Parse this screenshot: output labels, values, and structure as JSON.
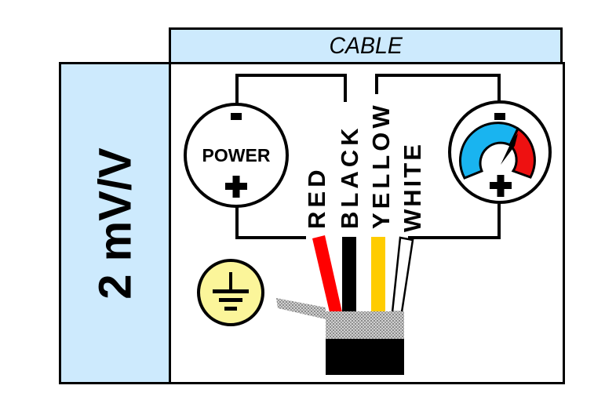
{
  "header": {
    "title": "CABLE"
  },
  "side": {
    "label": "2 mV/V"
  },
  "power": {
    "label": "POWER",
    "minus": "-",
    "plus": "+"
  },
  "meter": {
    "minus": "-",
    "plus": "+"
  },
  "wires": [
    {
      "label": "RED",
      "color": "#ff0000"
    },
    {
      "label": "BLACK",
      "color": "#000000"
    },
    {
      "label": "YELLOW",
      "color": "#ffcc00"
    },
    {
      "label": "WHITE",
      "color": "#ffffff"
    }
  ],
  "ground": {
    "fill": "#fbf59a"
  },
  "colors": {
    "panel": "#cdeafd",
    "gauge_low": "#19b4f0",
    "gauge_high": "#ee1111"
  }
}
